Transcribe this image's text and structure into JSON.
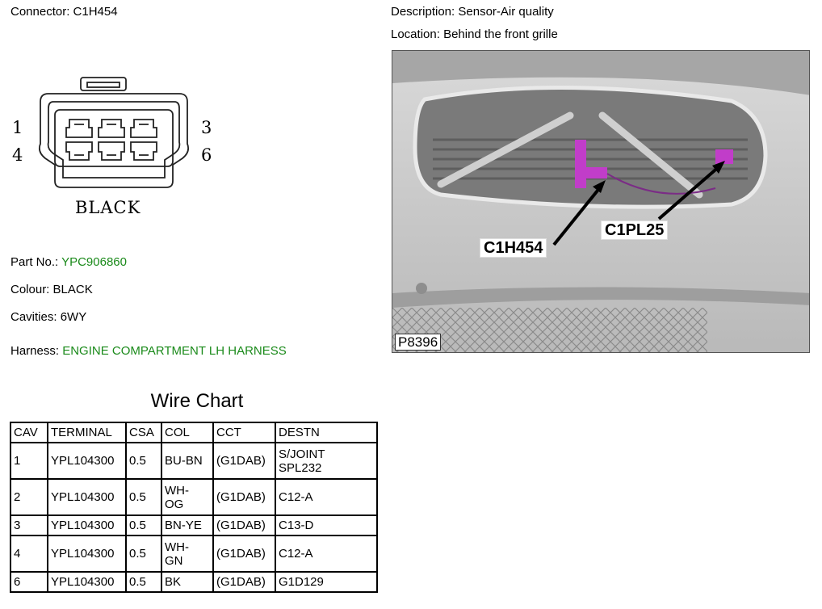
{
  "header": {
    "connector_label": "Connector:",
    "connector_value": "C1H454",
    "description_label": "Description:",
    "description_value": "Sensor-Air quality",
    "location_label": "Location:",
    "location_value": "Behind the front grille"
  },
  "connector_diagram": {
    "pin_labels": {
      "top_left": "1",
      "bottom_left": "4",
      "top_right": "3",
      "bottom_right": "6"
    },
    "colour_text": "BLACK"
  },
  "details": {
    "part_no_label": "Part No.:",
    "part_no_value": "YPC906860",
    "colour_label": "Colour:",
    "colour_value": "BLACK",
    "cavities_label": "Cavities:",
    "cavities_value": "6WY",
    "harness_label": "Harness:",
    "harness_value": "ENGINE COMPARTMENT LH HARNESS"
  },
  "photo": {
    "callout_main": "C1H454",
    "callout_secondary": "C1PL25",
    "reference": "P8396"
  },
  "wire_chart": {
    "title": "Wire Chart",
    "headers": [
      "CAV",
      "TERMINAL",
      "CSA",
      "COL",
      "CCT",
      "DESTN"
    ],
    "rows": [
      {
        "cav": "1",
        "terminal": "YPL104300",
        "csa": "0.5",
        "col": [
          "BU-BN"
        ],
        "cct": "(G1DAB)",
        "destn": [
          "S/JOINT",
          "SPL232"
        ]
      },
      {
        "cav": "2",
        "terminal": "YPL104300",
        "csa": "0.5",
        "col": [
          "WH-",
          "OG"
        ],
        "cct": "(G1DAB)",
        "destn": [
          "C12-A"
        ]
      },
      {
        "cav": "3",
        "terminal": "YPL104300",
        "csa": "0.5",
        "col": [
          "BN-YE"
        ],
        "cct": "(G1DAB)",
        "destn": [
          "C13-D"
        ]
      },
      {
        "cav": "4",
        "terminal": "YPL104300",
        "csa": "0.5",
        "col": [
          "WH-",
          "GN"
        ],
        "cct": "(G1DAB)",
        "destn": [
          "C12-A"
        ]
      },
      {
        "cav": "6",
        "terminal": "YPL104300",
        "csa": "0.5",
        "col": [
          "BK"
        ],
        "cct": "(G1DAB)",
        "destn": [
          "G1D129"
        ]
      }
    ]
  },
  "colors": {
    "accent_green": "#1a8a1a",
    "connector_magenta": "#c13dc9"
  }
}
